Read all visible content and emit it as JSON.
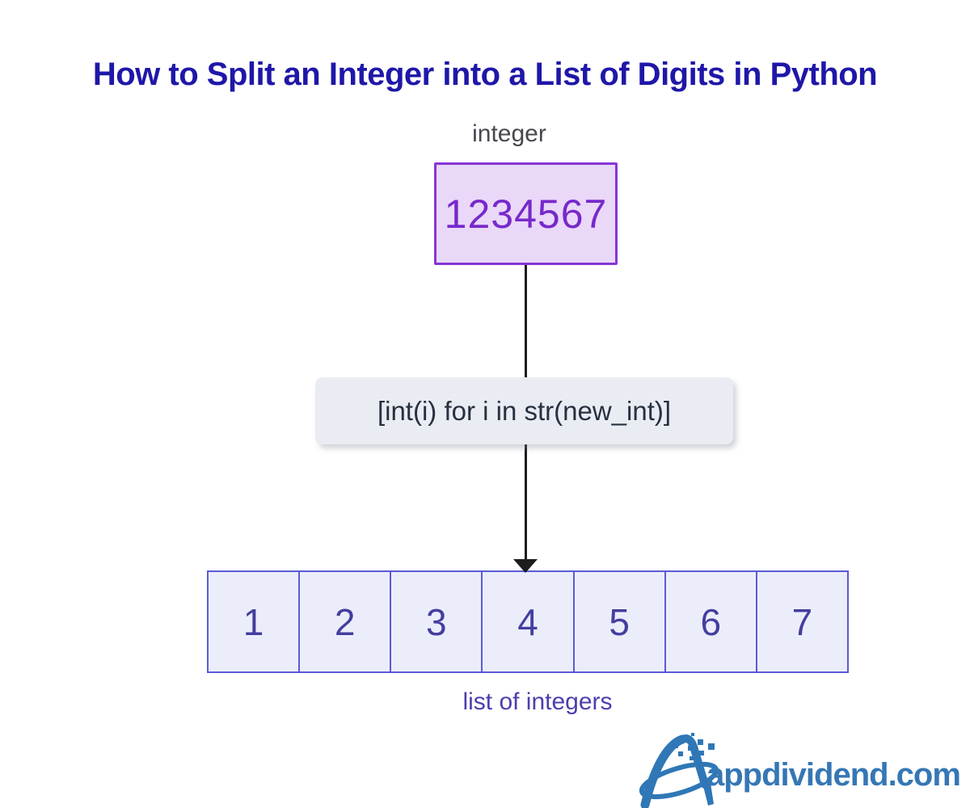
{
  "title": {
    "text": "How to Split an Integer into a List of Digits in Python",
    "color": "#1f17a8"
  },
  "diagram": {
    "input_label": "integer",
    "input_value": "1234567",
    "code_label": "[int(i) for i in str(new_int)]",
    "output_label": "list of integers",
    "digits": [
      "1",
      "2",
      "3",
      "4",
      "5",
      "6",
      "7"
    ],
    "colors": {
      "input_box_bg": "#ead8f8",
      "input_box_border": "#8735d6",
      "input_value": "#7729cb",
      "input_label": "#474750",
      "code_chip_bg": "#e9ecf2",
      "code_text": "#27303f",
      "digit_cell_bg": "#ecedfb",
      "digit_cell_border": "#5a5ad8",
      "digit_text": "#443e9f",
      "output_label": "#4b3fae",
      "arrow": "#1d1d1f"
    }
  },
  "branding": {
    "site": "appdividend.com",
    "color": "#3577b5"
  }
}
